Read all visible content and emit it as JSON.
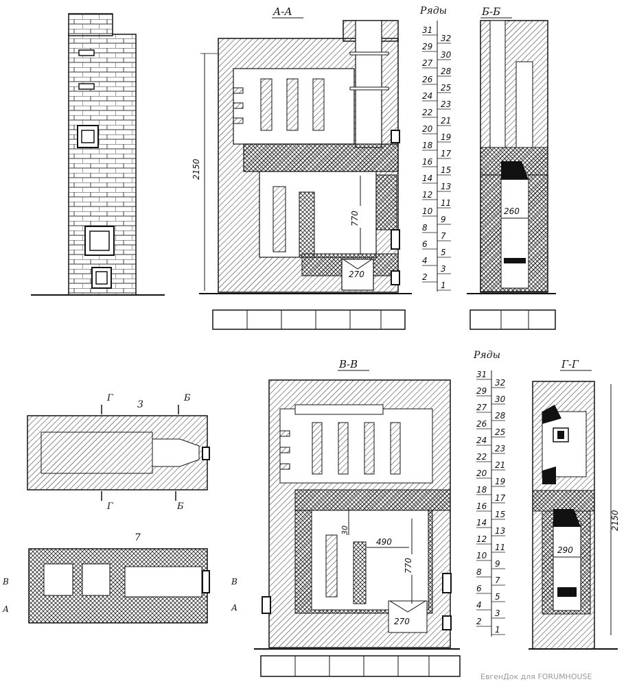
{
  "sections": {
    "aa": "А-А",
    "bb": "Б-Б",
    "vv": "В-В",
    "gg": "Г-Г"
  },
  "row_header": "Ряды",
  "plan_labels": {
    "plan3": "3",
    "plan7": "7",
    "cut_g": "Г",
    "cut_b": "Б",
    "cut_v": "В",
    "cut_a": "А"
  },
  "dimensions": {
    "height_aa": "2150",
    "height_gg": "2150",
    "firebox_h_aa": "770",
    "firebox_h_vv": "770",
    "ash_w_aa": "270",
    "ash_w_vv": "270",
    "width_bb": "260",
    "width_gg": "290",
    "width_vv": "490",
    "gap_vv": "30"
  },
  "rows_top": [
    "31",
    "32",
    "29",
    "30",
    "27",
    "28",
    "26",
    "25",
    "24",
    "23",
    "22",
    "21",
    "20",
    "19",
    "18",
    "17",
    "16",
    "15",
    "14",
    "13",
    "12",
    "11",
    "10",
    "9",
    "8",
    "7",
    "6",
    "5",
    "4",
    "3",
    "2",
    "1"
  ],
  "rows_bottom": [
    "31",
    "32",
    "29",
    "30",
    "27",
    "28",
    "26",
    "25",
    "24",
    "23",
    "22",
    "21",
    "20",
    "19",
    "18",
    "17",
    "16",
    "15",
    "14",
    "13",
    "12",
    "11",
    "10",
    "9",
    "8",
    "7",
    "6",
    "5",
    "4",
    "3",
    "2",
    "1"
  ],
  "watermark": "ЕвгенДок для FORUMHOUSE"
}
